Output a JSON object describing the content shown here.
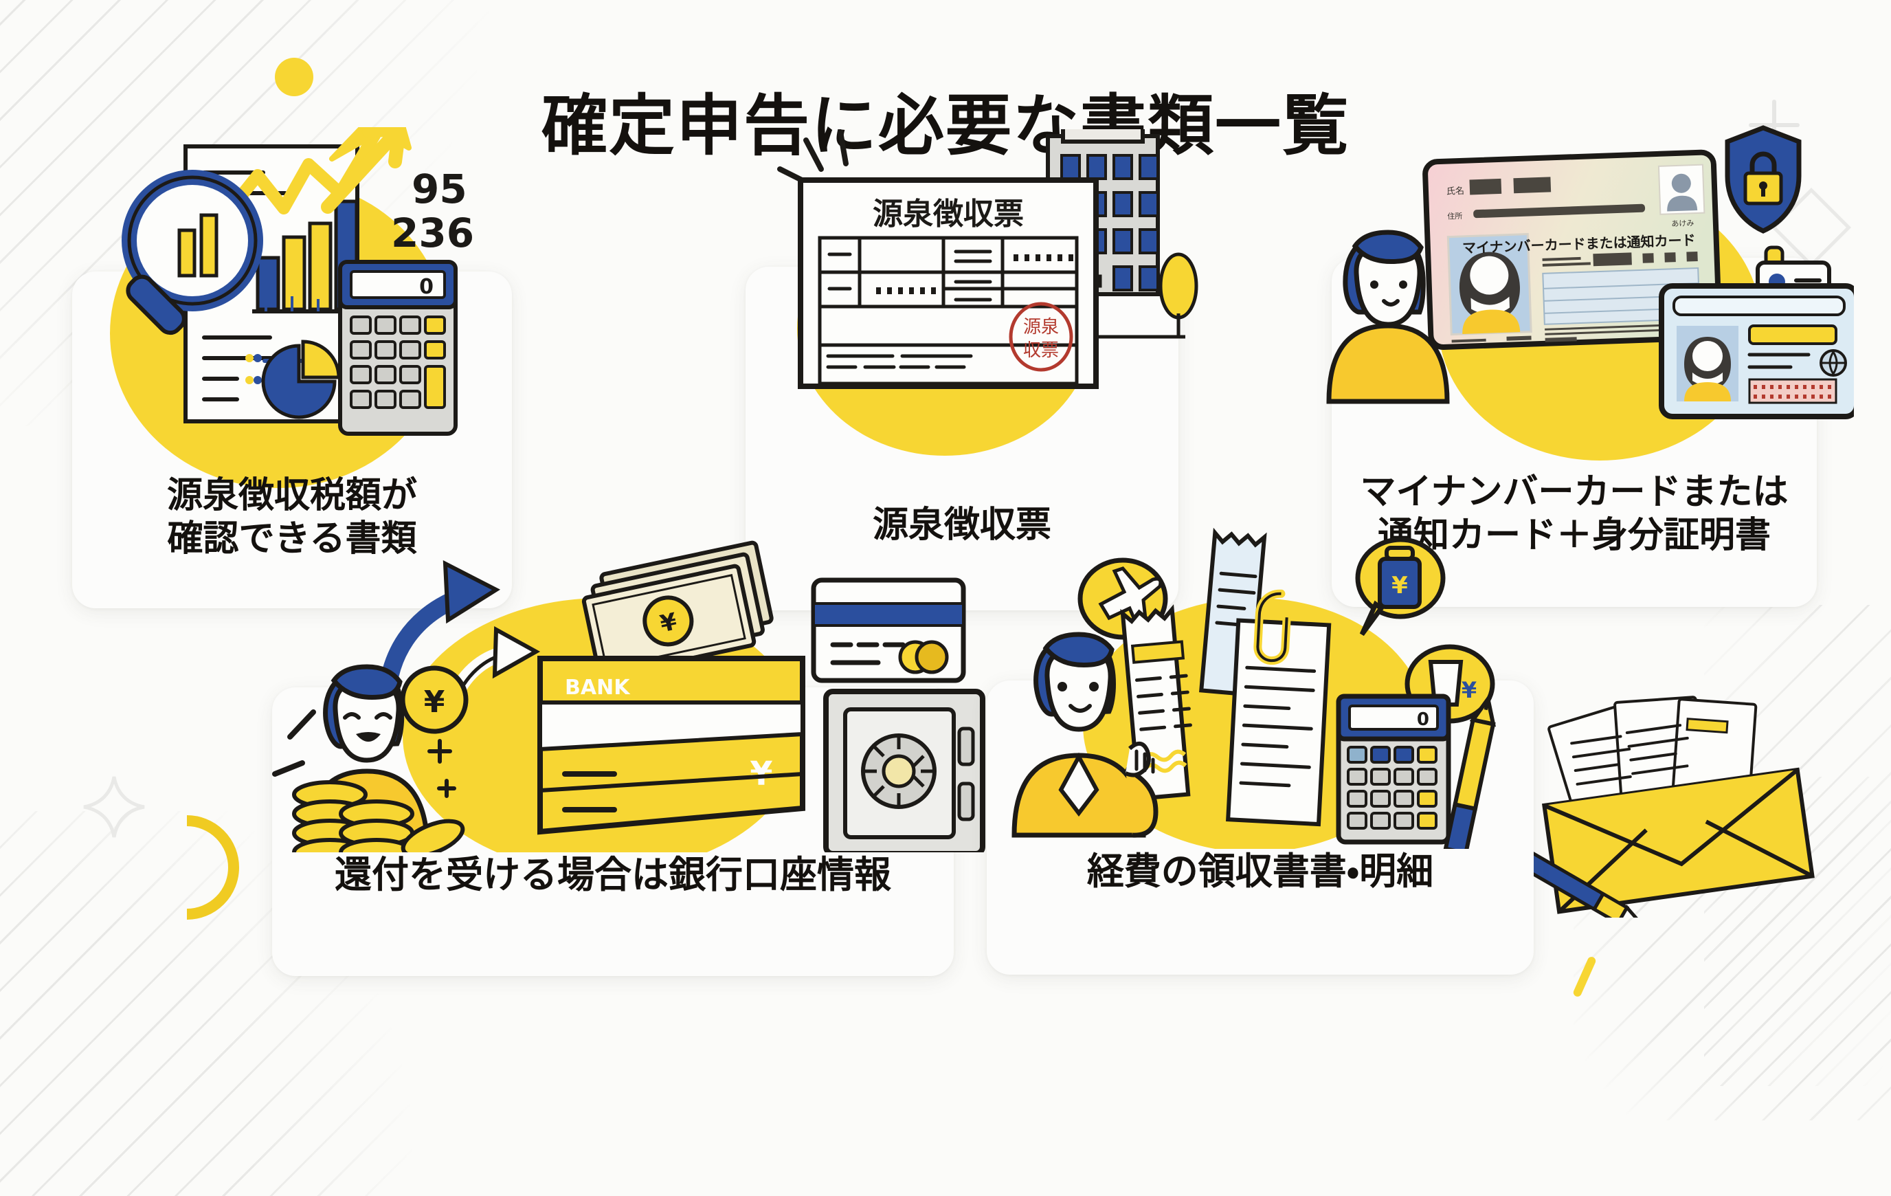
{
  "page": {
    "title": "確定申告に必要な書類一覧",
    "background_color": "#fbfbf9",
    "accent_yellow": "#f7d633",
    "accent_blue": "#2b4f9e",
    "text_color": "#14110e"
  },
  "cards": [
    {
      "id": "card1",
      "label": "源泉徴収税額が\n確認できる書類",
      "illustration": "document-chart-magnifier-calculator",
      "illustration_texts": {
        "number_top": "95",
        "number_bottom": "236",
        "calculator_display": "0"
      }
    },
    {
      "id": "card2",
      "label": "源泉徴収票",
      "illustration": "withholding-slip-and-office-building",
      "illustration_texts": {
        "form_heading": "源泉徴収票",
        "stamp_line1": "源泉",
        "stamp_line2": "収票"
      }
    },
    {
      "id": "card3",
      "label": "マイナンバーカードまたは\n通知カード＋身分証明書",
      "illustration": "person-with-my-number-card-and-id-card",
      "illustration_texts": {
        "card_caption": "マイナンバーカードまたは通知カード",
        "card_name_label": "氏名",
        "card_address_label": "住所"
      }
    },
    {
      "id": "card4",
      "label": "還付を受ける場合は銀行口座情報",
      "illustration": "person-coins-bankbook-card-safe",
      "illustration_texts": {
        "bankbook_label": "BANK",
        "currency_symbol": "¥"
      }
    },
    {
      "id": "card5",
      "label": "経費の領収書書・明細",
      "illustration": "person-receipts-calculator-pen",
      "illustration_texts": {
        "calculator_display": "0",
        "bubble_icons": "airplane, suitcase-yen, drink-yen"
      }
    }
  ],
  "decorations": [
    {
      "name": "hatch-lines-top-left",
      "color": "#e8e8e6"
    },
    {
      "name": "yellow-dot-top-left",
      "color": "#f7d633"
    },
    {
      "name": "yellow-arc-top-left",
      "color": "#f0cb22"
    },
    {
      "name": "plus-mark-top-right",
      "color": "#e6e6e4"
    },
    {
      "name": "diamond-outline-top-right",
      "color": "#e9e9e7"
    },
    {
      "name": "sparkle-bottom-left",
      "color": "#e9e9e7"
    },
    {
      "name": "yellow-arc-bottom-left",
      "color": "#f0cb22"
    },
    {
      "name": "hatch-lines-bottom-left",
      "color": "#e8e8e6"
    },
    {
      "name": "envelope-with-documents-bottom-right",
      "color": "#f7d633"
    },
    {
      "name": "hatch-lines-bottom-right",
      "color": "#e8e8e6"
    },
    {
      "name": "yellow-dash-bottom-right",
      "color": "#f7d633"
    }
  ]
}
